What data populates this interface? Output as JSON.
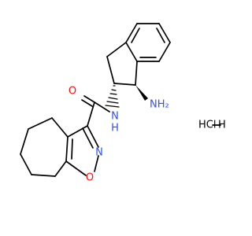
{
  "structure": {
    "colors": {
      "oxygen": "#ff0d0d",
      "nitrogen": "#3050f8",
      "carbon": "#000000",
      "chlorine_hydrogen": "#000000"
    },
    "labels": {
      "carbonyl_o": "O",
      "amide_n": "N",
      "amide_h": "H",
      "amine_nh2": "NH₂",
      "ring_n": "N",
      "ring_o": "O",
      "salt": "HCl H"
    }
  }
}
